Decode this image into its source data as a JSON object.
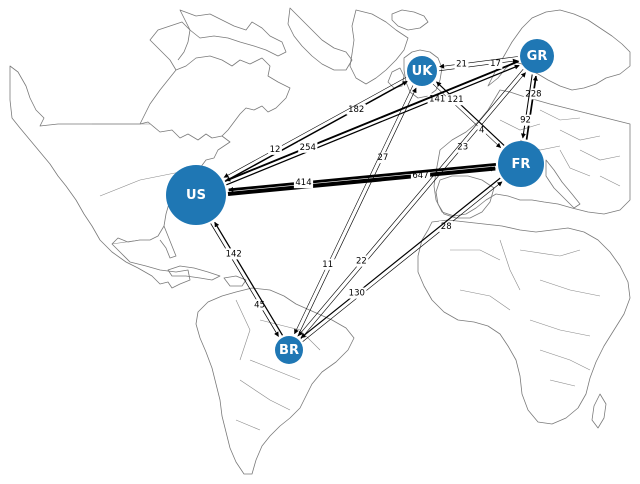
{
  "map": {
    "node_color": "#1f77b4",
    "edge_color": "#000000",
    "nodes": [
      {
        "id": "US",
        "label": "US"
      },
      {
        "id": "UK",
        "label": "UK"
      },
      {
        "id": "GR",
        "label": "GR"
      },
      {
        "id": "FR",
        "label": "FR"
      },
      {
        "id": "BR",
        "label": "BR"
      }
    ],
    "edges": [
      {
        "from": "US",
        "to": "FR",
        "value": 647
      },
      {
        "from": "FR",
        "to": "US",
        "value": 414
      },
      {
        "from": "US",
        "to": "UK",
        "value": 182
      },
      {
        "from": "UK",
        "to": "US",
        "value": 12
      },
      {
        "from": "US",
        "to": "GR",
        "value": 141
      },
      {
        "from": "GR",
        "to": "US",
        "value": 254
      },
      {
        "from": "US",
        "to": "BR",
        "value": 45
      },
      {
        "from": "BR",
        "to": "US",
        "value": 142
      },
      {
        "from": "BR",
        "to": "UK",
        "value": 27
      },
      {
        "from": "UK",
        "to": "BR",
        "value": 11
      },
      {
        "from": "BR",
        "to": "FR",
        "value": 28
      },
      {
        "from": "FR",
        "to": "BR",
        "value": 130
      },
      {
        "from": "BR",
        "to": "GR",
        "value": 23
      },
      {
        "from": "GR",
        "to": "BR",
        "value": 22
      },
      {
        "from": "UK",
        "to": "GR",
        "value": 17
      },
      {
        "from": "GR",
        "to": "UK",
        "value": 21
      },
      {
        "from": "UK",
        "to": "FR",
        "value": 4
      },
      {
        "from": "FR",
        "to": "UK",
        "value": 121
      },
      {
        "from": "FR",
        "to": "GR",
        "value": 228
      },
      {
        "from": "GR",
        "to": "FR",
        "value": 92
      }
    ]
  }
}
